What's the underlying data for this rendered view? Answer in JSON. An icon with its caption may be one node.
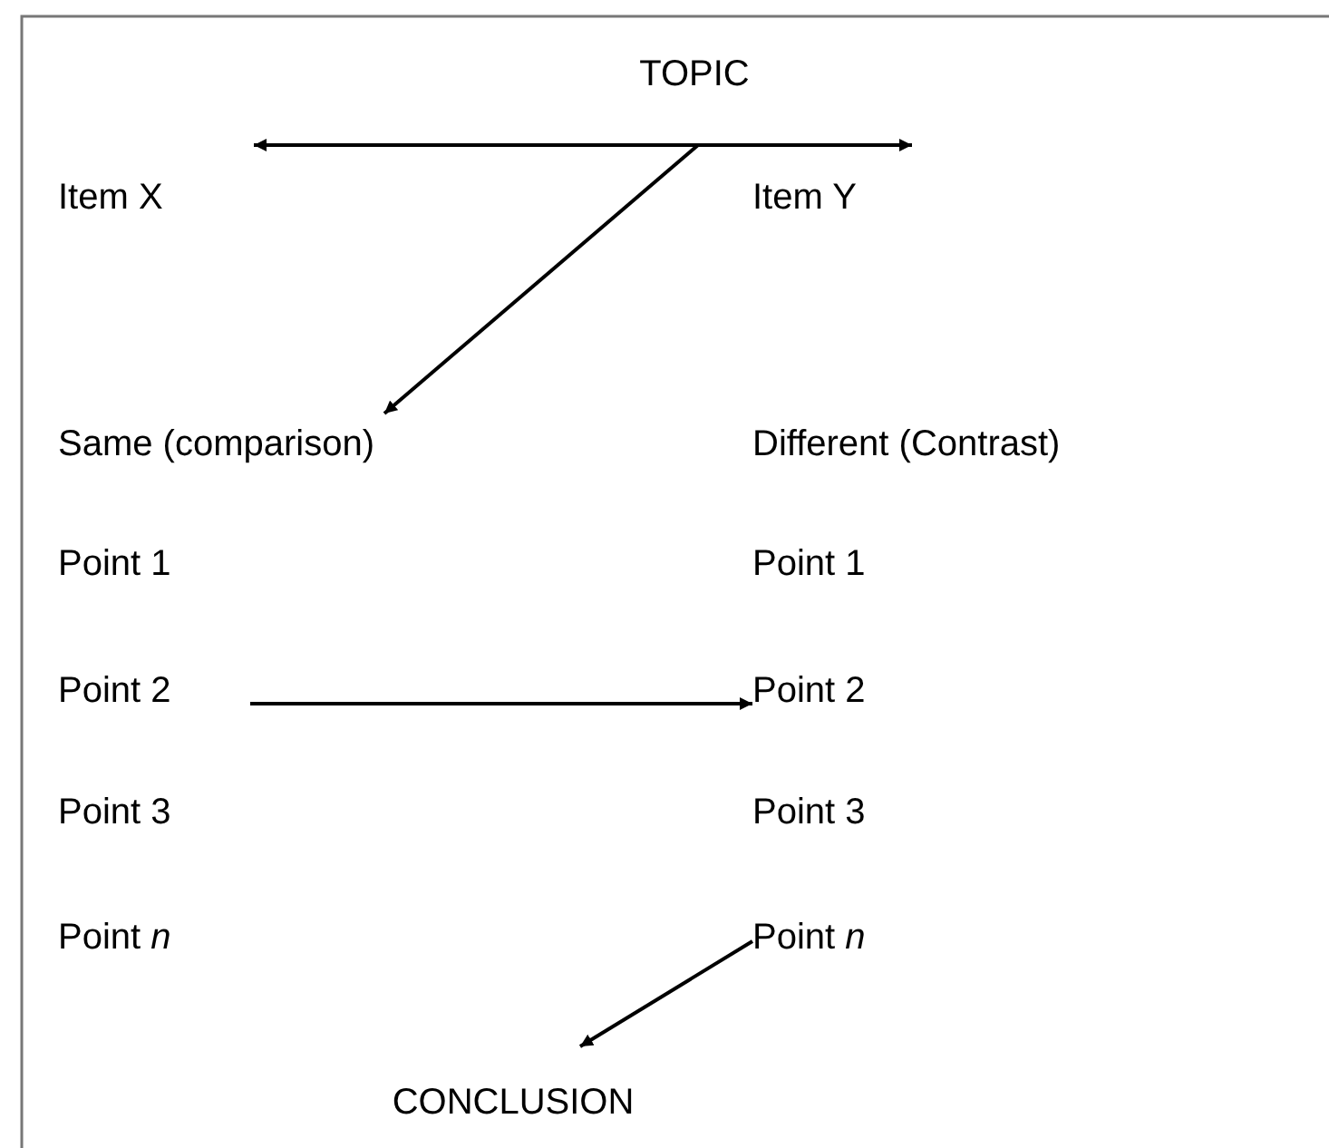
{
  "diagram": {
    "nodes": [
      {
        "text": [
          "TOPIC"
        ]
      },
      {
        "text": [
          "Item X"
        ]
      },
      {
        "text": [
          "Item Y"
        ]
      },
      {
        "text": [
          "Same (comparison)"
        ]
      },
      {
        "text": [
          "Different (Contrast)"
        ]
      },
      {
        "text": [
          "Point 1"
        ]
      },
      {
        "text": [
          "Point 1"
        ]
      },
      {
        "text": [
          "Point 2"
        ]
      },
      {
        "text": [
          "Point 2"
        ]
      },
      {
        "text": [
          "Point 3"
        ]
      },
      {
        "text": [
          "Point 3"
        ]
      },
      {
        "text": [
          "Point *n*"
        ]
      },
      {
        "text": [
          "Point *n*"
        ]
      },
      {
        "text": [
          "CONCLUSION"
        ]
      }
    ],
    "edges": [
      {
        "from": 1,
        "to": 2,
        "arrow": "both"
      },
      {
        "from": null,
        "to": 3,
        "arrow": "to"
      },
      {
        "from": 7,
        "to": 8,
        "arrow": "to"
      },
      {
        "from": 12,
        "to": 13,
        "arrow": "to"
      }
    ]
  }
}
